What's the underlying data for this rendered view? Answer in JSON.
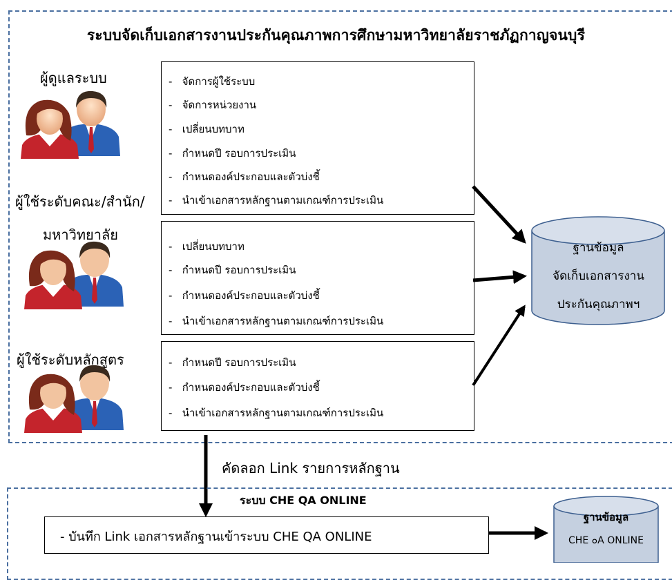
{
  "title": "ระบบจัดเก็บเอกสารงานประกันคุณภาพการศึกษามหาวิทยาลัยราชภัฏกาญจนบุรี",
  "roles": {
    "admin": "ผู้ดูแลระบบ",
    "faculty_line1": "ผู้ใช้ระดับคณะ/สำนัก/",
    "faculty_line2": "มหาวิทยาลัย",
    "program": "ผู้ใช้ระดับหลักสูตร"
  },
  "admin_tasks": [
    "จัดการผู้ใช้ระบบ",
    "จัดการหน่วยงาน",
    "เปลี่ยนบทบาท",
    "กำหนดปี รอบการประเมิน",
    "กำหนดองค์ประกอบและตัวบ่งชี้",
    "นำเข้าเอกสารหลักฐานตามเกณฑ์การประเมิน"
  ],
  "faculty_tasks": [
    "เปลี่ยนบทบาท",
    "กำหนดปี รอบการประเมิน",
    "กำหนดองค์ประกอบและตัวบ่งชี้",
    "นำเข้าเอกสารหลักฐานตามเกณฑ์การประเมิน"
  ],
  "program_tasks": [
    "กำหนดปี รอบการประเมิน",
    "กำหนดองค์ประกอบและตัวบ่งชี้",
    "นำเข้าเอกสารหลักฐานตามเกณฑ์การประเมิน"
  ],
  "database_main": {
    "line1": "ฐานข้อมูล",
    "line2": "จัดเก็บเอกสารงาน",
    "line3": "ประกันคุณภาพฯ"
  },
  "copy_link_label": "คัดลอก Link รายการหลักฐาน",
  "che": {
    "system_title": "ระบบ CHE QA ONLINE",
    "record_task": "- บันทึก Link เอกสารหลักฐานเข้าระบบ CHE QA ONLINE",
    "db_line1": "ฐานข้อมูล",
    "db_line2": "CHE ๐A ONLINE"
  },
  "colors": {
    "frame": "#4a6fa0",
    "cylinder_fill": "#c5d0e0",
    "cylinder_stroke": "#3d5f8f"
  }
}
